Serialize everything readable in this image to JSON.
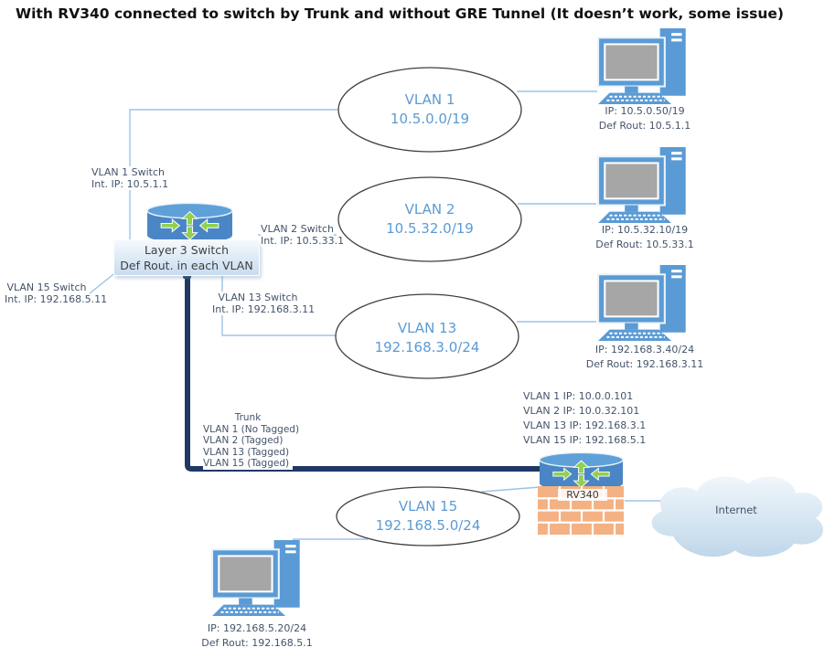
{
  "title": "With RV340 connected to switch by Trunk and without GRE Tunnel (It doesn’t work, some issue)",
  "vlans": [
    {
      "name": "VLAN 1",
      "subnet": "10.5.0.0/19"
    },
    {
      "name": "VLAN 2",
      "subnet": "10.5.32.0/19"
    },
    {
      "name": "VLAN 13",
      "subnet": "192.168.3.0/24"
    },
    {
      "name": "VLAN 15",
      "subnet": "192.168.5.0/24"
    }
  ],
  "computers": [
    {
      "ip": "IP: 10.5.0.50/19",
      "def_route": "Def Rout: 10.5.1.1"
    },
    {
      "ip": "IP: 10.5.32.10/19",
      "def_route": "Def Rout: 10.5.33.1"
    },
    {
      "ip": "IP: 192.168.3.40/24",
      "def_route": "Def Rout: 192.168.3.11"
    },
    {
      "ip": "IP: 192.168.5.20/24",
      "def_route": "Def Rout: 192.168.5.1"
    }
  ],
  "switch": {
    "caption_line1": "Layer 3 Switch",
    "caption_line2": "Def Rout. in each VLAN",
    "interfaces": [
      {
        "line1": "VLAN 1 Switch",
        "line2": "Int. IP: 10.5.1.1"
      },
      {
        "line1": "VLAN 2 Switch",
        "line2": "Int. IP: 10.5.33.1"
      },
      {
        "line1": "VLAN 13 Switch",
        "line2": "Int. IP: 192.168.3.11"
      },
      {
        "line1": "VLAN 15 Switch",
        "line2": "Int. IP: 192.168.5.11"
      }
    ]
  },
  "trunk": {
    "title": "Trunk",
    "lines": [
      "VLAN 1 (No Tagged)",
      "VLAN 2 (Tagged)",
      "VLAN 13 (Tagged)",
      "VLAN 15 (Tagged)"
    ]
  },
  "router": {
    "name": "RV340",
    "interfaces": [
      "VLAN 1 IP: 10.0.0.101",
      "VLAN 2 IP: 10.0.32.101",
      "VLAN 13 IP: 192.168.3.1",
      "VLAN 15 IP: 192.168.5.1"
    ]
  },
  "internet_label": "Internet",
  "colors": {
    "device_blue": "#5B9BD5",
    "cylinder_blue": "#4A86C5",
    "arrow_green": "#92D050",
    "brick_orange": "#F4B183",
    "wire_light_blue": "#9DC3E6",
    "trunk_navy": "#1F3864",
    "label_blue_gray": "#44546A",
    "vlan_text_blue": "#5B9BD5"
  }
}
